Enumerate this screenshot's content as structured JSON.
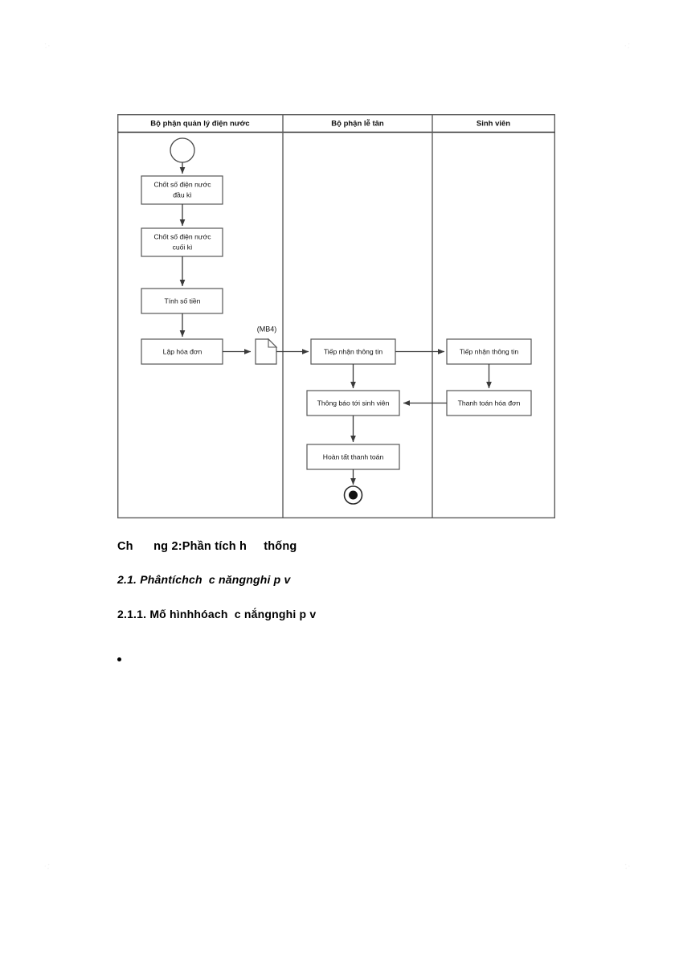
{
  "document": {
    "corner_marks": [
      "∴",
      "∴",
      "∴",
      "∴"
    ]
  },
  "diagram": {
    "type": "uml-activity-swimlane",
    "lanes": [
      {
        "id": "lane-water-dept",
        "title": "Bộ phận quản lý điện nước"
      },
      {
        "id": "lane-reception",
        "title": "Bộ phận lễ tân"
      },
      {
        "id": "lane-student",
        "title": "Sinh viên"
      }
    ],
    "nodes": [
      {
        "id": "start",
        "kind": "start-node",
        "lane": 0,
        "label": ""
      },
      {
        "id": "act-1",
        "kind": "activity",
        "lane": 0,
        "label": "Chốt số điện nước đầu kì"
      },
      {
        "id": "act-2",
        "kind": "activity",
        "lane": 0,
        "label": "Chốt số điện nước cuối kì"
      },
      {
        "id": "act-3",
        "kind": "activity",
        "lane": 0,
        "label": "Tính số tiền"
      },
      {
        "id": "act-4",
        "kind": "activity",
        "lane": 0,
        "label": "Lập hóa đơn"
      },
      {
        "id": "doc-mb4",
        "kind": "document",
        "lane": 0,
        "label": "(MB4)"
      },
      {
        "id": "act-5",
        "kind": "activity",
        "lane": 1,
        "label": "Tiếp nhận thông tin"
      },
      {
        "id": "act-6",
        "kind": "activity",
        "lane": 1,
        "label": "Thông báo tới sinh viên"
      },
      {
        "id": "act-7",
        "kind": "activity",
        "lane": 1,
        "label": "Hoàn tất thanh toán"
      },
      {
        "id": "end",
        "kind": "end-node",
        "lane": 1,
        "label": ""
      },
      {
        "id": "act-8",
        "kind": "activity",
        "lane": 2,
        "label": "Tiếp nhận thông tin"
      },
      {
        "id": "act-9",
        "kind": "activity",
        "lane": 2,
        "label": "Thanh toán hóa đơn"
      }
    ],
    "edges": [
      {
        "from": "start",
        "to": "act-1"
      },
      {
        "from": "act-1",
        "to": "act-2"
      },
      {
        "from": "act-2",
        "to": "act-3"
      },
      {
        "from": "act-3",
        "to": "act-4"
      },
      {
        "from": "act-4",
        "to": "doc-mb4"
      },
      {
        "from": "doc-mb4",
        "to": "act-5"
      },
      {
        "from": "act-5",
        "to": "act-8"
      },
      {
        "from": "act-5",
        "to": "act-6"
      },
      {
        "from": "act-8",
        "to": "act-9"
      },
      {
        "from": "act-9",
        "to": "act-6"
      },
      {
        "from": "act-6",
        "to": "act-7"
      },
      {
        "from": "act-7",
        "to": "end"
      }
    ]
  },
  "body": {
    "heading_1": "Ch      ng 2:Phần tích h     thống",
    "heading_2": "2.1. Phântíchch  c năngnghi p v",
    "heading_3": "2.1.1. Mố hìnhhóach  c nắngnghi p v",
    "bullet_item": ""
  }
}
